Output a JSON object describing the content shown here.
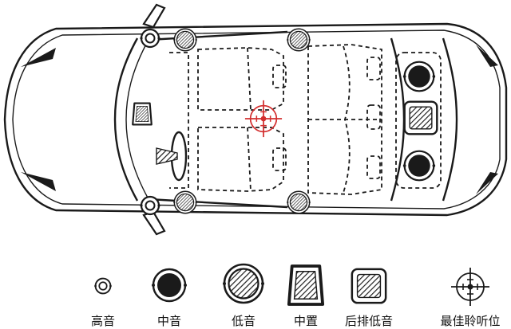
{
  "colors": {
    "line": "#1a1a1a",
    "accent": "#d32f2f",
    "background": "#ffffff"
  },
  "speakers": [
    {
      "type": "tweeter",
      "icon": "tweeter-icon"
    },
    {
      "type": "midrange",
      "icon": "midrange-icon"
    },
    {
      "type": "woofer",
      "icon": "woofer-icon"
    },
    {
      "type": "center",
      "icon": "center-speaker-icon"
    },
    {
      "type": "rear-subwoofer",
      "icon": "rear-subwoofer-icon"
    },
    {
      "type": "sweet-spot",
      "icon": "crosshair-icon"
    }
  ],
  "legend": [
    {
      "label": "高音",
      "icon": "tweeter-icon"
    },
    {
      "label": "中音",
      "icon": "midrange-icon"
    },
    {
      "label": "低音",
      "icon": "woofer-icon"
    },
    {
      "label": "中置",
      "icon": "center-speaker-icon"
    },
    {
      "label": "后排低音",
      "icon": "rear-subwoofer-icon"
    },
    {
      "label": "最佳聆听位",
      "icon": "crosshair-icon"
    }
  ]
}
